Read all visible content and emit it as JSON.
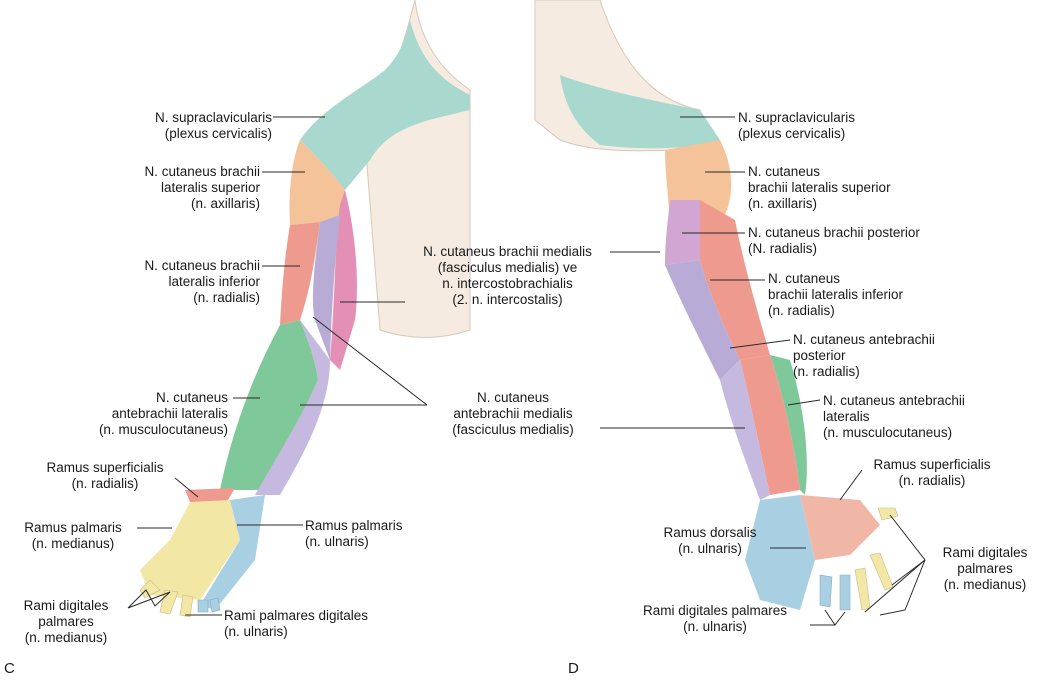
{
  "panels": {
    "left": "C",
    "right": "D"
  },
  "left_labels": {
    "supraclav": [
      "N. supraclavicularis",
      "(plexus cervicalis)"
    ],
    "brach_lat_sup": [
      "N. cutaneus brachii",
      "lateralis superior",
      "(n. axillaris)"
    ],
    "brach_lat_inf": [
      "N. cutaneus brachii",
      "lateralis inferior",
      "(n. radialis)"
    ],
    "antebrach_lat": [
      "N. cutaneus",
      "antebrachii lateralis",
      "(n. musculocutaneus)"
    ],
    "ramus_superf": [
      "Ramus superficialis",
      "(n. radialis)"
    ],
    "ramus_palm_med": [
      "Ramus palmaris",
      "(n. medianus)"
    ],
    "rami_dig_med": [
      "Rami digitales",
      "palmares",
      "(n. medianus)"
    ],
    "ramus_palm_uln": [
      "Ramus palmaris",
      "(n. ulnaris)"
    ],
    "rami_pal_dig_uln": [
      "Rami palmares digitales",
      "(n. ulnaris)"
    ]
  },
  "center_labels": {
    "brach_medialis": [
      "N. cutaneus brachii medialis",
      "(fasciculus medialis) ve",
      "n. intercostobrachialis",
      "(2. n. intercostalis)"
    ],
    "antebrach_medialis": [
      "N. cutaneus",
      "antebrachii medialis",
      "(fasciculus medialis)"
    ]
  },
  "right_labels": {
    "supraclav": [
      "N. supraclavicularis",
      "(plexus cervicalis)"
    ],
    "brach_lat_sup": [
      "N. cutaneus",
      "brachii lateralis superior",
      "(n. axillaris)"
    ],
    "brach_post": [
      "N. cutaneus brachii posterior",
      "(N. radialis)"
    ],
    "brach_lat_inf": [
      "N. cutaneus",
      "brachii lateralis inferior",
      "(n. radialis)"
    ],
    "antebrach_post": [
      "N. cutaneus antebrachii",
      "posterior",
      "(n. radialis)"
    ],
    "antebrach_lat": [
      "N. cutaneus antebrachii",
      "lateralis",
      "(n. musculocutaneus)"
    ],
    "ramus_superf": [
      "Ramus superficialis",
      "(n. radialis)"
    ],
    "ramus_dors": [
      "Ramus dorsalis",
      "(n. ulnaris)"
    ],
    "rami_dig_med": [
      "Rami digitales",
      "palmares",
      "(n. medianus)"
    ],
    "rami_dig_uln": [
      "Rami digitales palmares",
      "(n. ulnaris)"
    ]
  },
  "colors": {
    "supraclav": "#a9d8cf",
    "axillaris": "#f4c39a",
    "radialis": "#ee9a8e",
    "medialis": "#b8acd6",
    "intercostobrachial": "#e48fb6",
    "musculocutaneus": "#7fc89a",
    "medianus": "#f3e7a6",
    "ulnaris": "#a9cfe3",
    "skin": "#f5ebe0",
    "line": "#2a2a2a"
  }
}
